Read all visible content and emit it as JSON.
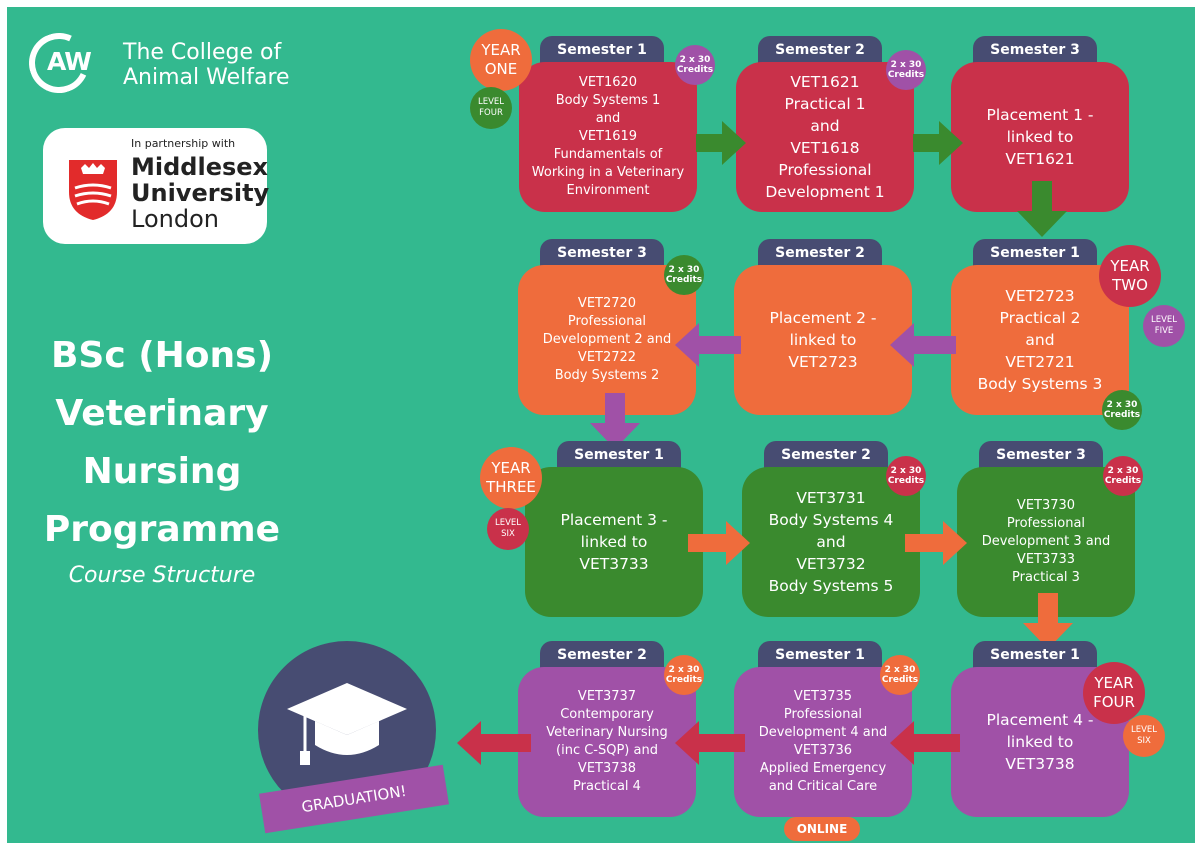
{
  "header": {
    "college_line1": "The College of",
    "college_line2": "Animal Welfare",
    "caw_letters": "AW",
    "partner_text": "In partnership with",
    "university_line1": "Middlesex",
    "university_line2": "University",
    "university_line3": "London"
  },
  "title": {
    "line1": "BSc (Hons)",
    "line2": "Veterinary",
    "line3": "Nursing",
    "line4": "Programme",
    "subtitle": "Course Structure"
  },
  "year1": {
    "year_badge": "YEAR\nONE",
    "level_badge": "LEVEL\nFOUR",
    "s1_tab": "Semester 1",
    "s1_text": "VET1620\nBody Systems 1\nand\nVET1619\nFundamentals of\nWorking in a Veterinary\nEnvironment",
    "s1_credits": "2 x 30\nCredits",
    "s2_tab": "Semester 2",
    "s2_text": "VET1621\nPractical 1\nand\nVET1618\nProfessional\nDevelopment 1",
    "s2_credits": "2 x 30\nCredits",
    "s3_tab": "Semester 3",
    "s3_text": "Placement 1 -\nlinked to\nVET1621"
  },
  "year2": {
    "year_badge": "YEAR\nTWO",
    "level_badge": "LEVEL\nFIVE",
    "s1_tab": "Semester 1",
    "s1_text": "VET2723\nPractical 2\nand\nVET2721\nBody Systems 3",
    "s1_credits": "2 x 30\nCredits",
    "s2_tab": "Semester 2",
    "s2_text": "Placement 2 -\nlinked to\nVET2723",
    "s3_tab": "Semester 3",
    "s3_text": "VET2720\nProfessional\nDevelopment 2 and\nVET2722\nBody Systems 2",
    "s3_credits": "2 x 30\nCredits"
  },
  "year3": {
    "year_badge": "YEAR\nTHREE",
    "level_badge": "LEVEL\nSIX",
    "s1_tab": "Semester 1",
    "s1_text": "Placement 3 -\nlinked to\nVET3733",
    "s2_tab": "Semester 2",
    "s2_text": "VET3731\nBody Systems 4\nand\nVET3732\nBody Systems 5",
    "s2_credits": "2 x 30\nCredits",
    "s3_tab": "Semester 3",
    "s3_text": "VET3730\nProfessional\nDevelopment 3 and\nVET3733\nPractical 3",
    "s3_credits": "2 x 30\nCredits"
  },
  "year4": {
    "year_badge": "YEAR\nFOUR",
    "level_badge": "LEVEL\nSIX",
    "s1a_tab": "Semester 1",
    "s1a_text": "Placement 4 -\nlinked to\nVET3738",
    "s1b_tab": "Semester 1",
    "s1b_text": "VET3735\nProfessional\nDevelopment 4 and\nVET3736\nApplied Emergency\nand Critical Care",
    "s1b_credits": "2 x 30\nCredits",
    "online_label": "ONLINE",
    "s2_tab": "Semester 2",
    "s2_text": "VET3737\nContemporary\nVeterinary Nursing\n(inc C-SQP) and\nVET3738\nPractical 4",
    "s2_credits": "2 x 30\nCredits"
  },
  "graduation": {
    "label": "GRADUATION!",
    "icon": "graduation-cap-icon"
  },
  "colors": {
    "background": "#33b98f",
    "year1": "#c9314a",
    "year2": "#ef6c3c",
    "year3": "#3a8a2e",
    "year4": "#a051a7",
    "tab": "#474c72"
  }
}
